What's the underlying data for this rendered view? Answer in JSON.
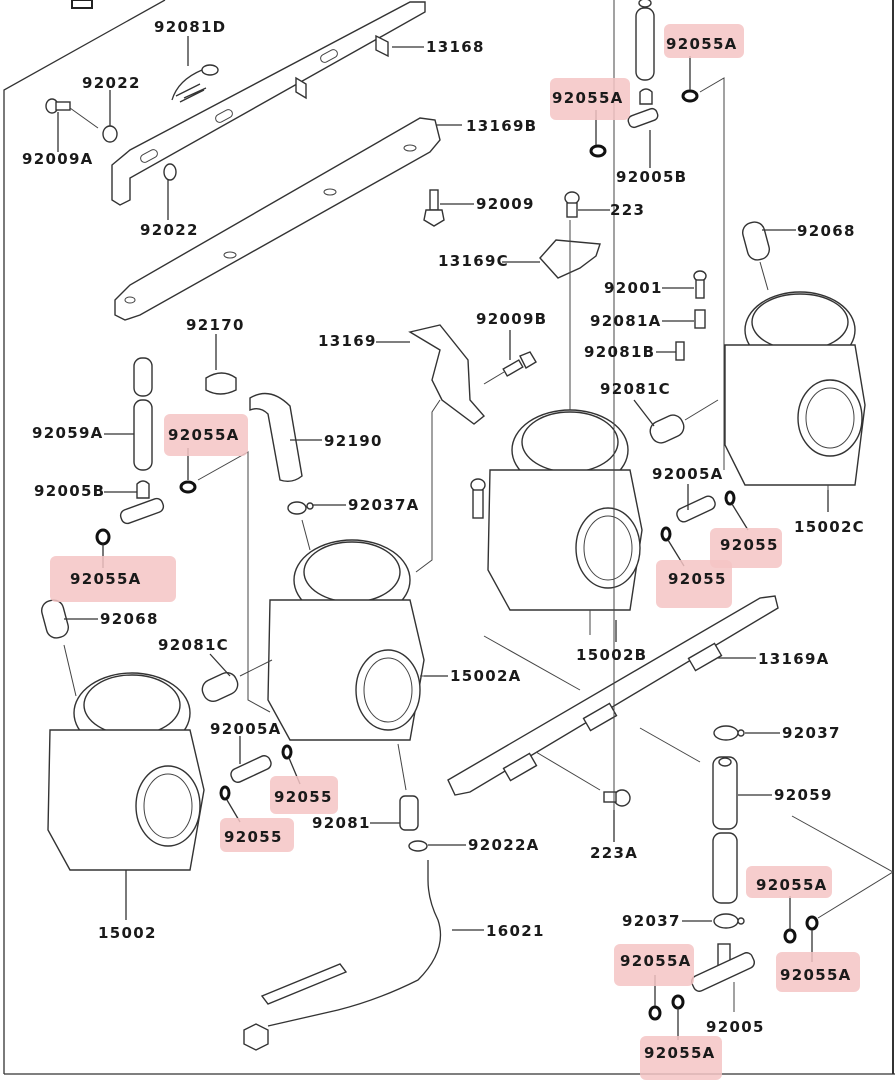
{
  "diagram": {
    "title": "Carburetor exploded parts diagram",
    "highlight_color": "#f5c4c4",
    "line_color": "#333333",
    "labels": [
      {
        "id": "92081D",
        "text": "92081D",
        "highlighted": false
      },
      {
        "id": "13168",
        "text": "13168",
        "highlighted": false
      },
      {
        "id": "92022-top",
        "text": "92022",
        "highlighted": false
      },
      {
        "id": "92009A",
        "text": "92009A",
        "highlighted": false
      },
      {
        "id": "92022-mid",
        "text": "92022",
        "highlighted": false
      },
      {
        "id": "13169B",
        "text": "13169B",
        "highlighted": false
      },
      {
        "id": "92009",
        "text": "92009",
        "highlighted": false
      },
      {
        "id": "92055A-top-right",
        "text": "92055A",
        "highlighted": true
      },
      {
        "id": "92055A-top-left",
        "text": "92055A",
        "highlighted": true
      },
      {
        "id": "92005B-top",
        "text": "92005B",
        "highlighted": false
      },
      {
        "id": "223",
        "text": "223",
        "highlighted": false
      },
      {
        "id": "92068-right",
        "text": "92068",
        "highlighted": false
      },
      {
        "id": "13169C",
        "text": "13169C",
        "highlighted": false
      },
      {
        "id": "92001",
        "text": "92001",
        "highlighted": false
      },
      {
        "id": "92081A",
        "text": "92081A",
        "highlighted": false
      },
      {
        "id": "92170",
        "text": "92170",
        "highlighted": false
      },
      {
        "id": "13169",
        "text": "13169",
        "highlighted": false
      },
      {
        "id": "92009B",
        "text": "92009B",
        "highlighted": false
      },
      {
        "id": "92081B",
        "text": "92081B",
        "highlighted": false
      },
      {
        "id": "92081C-right",
        "text": "92081C",
        "highlighted": false
      },
      {
        "id": "92059A",
        "text": "92059A",
        "highlighted": false
      },
      {
        "id": "92055A-left-upper",
        "text": "92055A",
        "highlighted": true
      },
      {
        "id": "92190",
        "text": "92190",
        "highlighted": false
      },
      {
        "id": "92005B-left",
        "text": "92005B",
        "highlighted": false
      },
      {
        "id": "92037A",
        "text": "92037A",
        "highlighted": false
      },
      {
        "id": "92005A-right",
        "text": "92005A",
        "highlighted": false
      },
      {
        "id": "92055-right-upper",
        "text": "92055",
        "highlighted": true
      },
      {
        "id": "15002C",
        "text": "15002C",
        "highlighted": false
      },
      {
        "id": "92055A-left-lower",
        "text": "92055A",
        "highlighted": true
      },
      {
        "id": "92055-right-lower",
        "text": "92055",
        "highlighted": true
      },
      {
        "id": "92068-left",
        "text": "92068",
        "highlighted": false
      },
      {
        "id": "92081C-left",
        "text": "92081C",
        "highlighted": false
      },
      {
        "id": "15002B",
        "text": "15002B",
        "highlighted": false
      },
      {
        "id": "13169A",
        "text": "13169A",
        "highlighted": false
      },
      {
        "id": "15002A",
        "text": "15002A",
        "highlighted": false
      },
      {
        "id": "92005A-left",
        "text": "92005A",
        "highlighted": false
      },
      {
        "id": "92037-top",
        "text": "92037",
        "highlighted": false
      },
      {
        "id": "92055-left-upper",
        "text": "92055",
        "highlighted": true
      },
      {
        "id": "92059",
        "text": "92059",
        "highlighted": false
      },
      {
        "id": "92081",
        "text": "92081",
        "highlighted": false
      },
      {
        "id": "92055-left-lower",
        "text": "92055",
        "highlighted": true
      },
      {
        "id": "223A",
        "text": "223A",
        "highlighted": false
      },
      {
        "id": "92022A",
        "text": "92022A",
        "highlighted": false
      },
      {
        "id": "92055A-bottom-right-upper",
        "text": "92055A",
        "highlighted": true
      },
      {
        "id": "15002",
        "text": "15002",
        "highlighted": false
      },
      {
        "id": "16021",
        "text": "16021",
        "highlighted": false
      },
      {
        "id": "92037-bottom",
        "text": "92037",
        "highlighted": false
      },
      {
        "id": "92055A-bottom-right-lower",
        "text": "92055A",
        "highlighted": true
      },
      {
        "id": "92055A-bottom-left-upper",
        "text": "92055A",
        "highlighted": true
      },
      {
        "id": "92005",
        "text": "92005",
        "highlighted": false
      },
      {
        "id": "92055A-bottom-left-lower",
        "text": "92055A",
        "highlighted": true
      }
    ]
  }
}
